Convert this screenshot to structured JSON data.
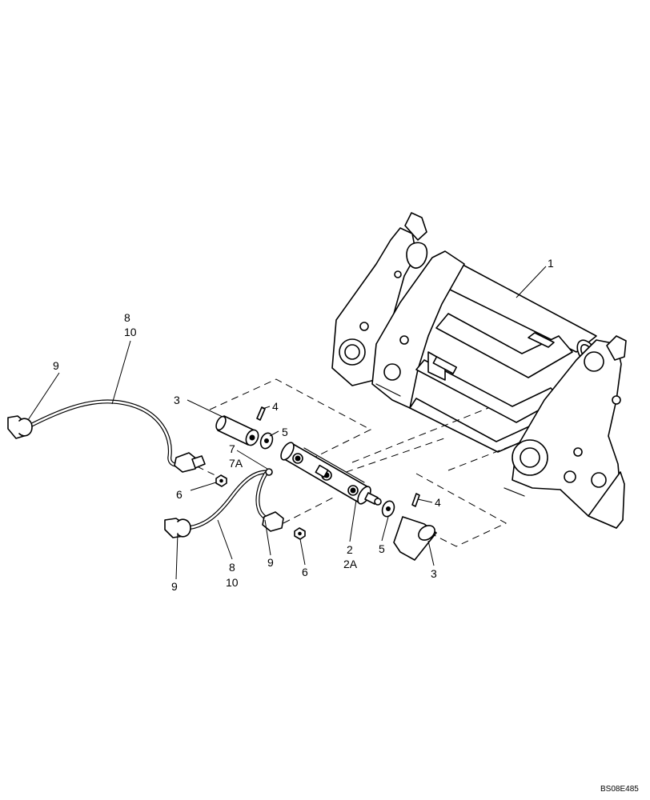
{
  "diagram": {
    "callouts": {
      "c1": "1",
      "c2": "2",
      "c2a": "2A",
      "c3a": "3",
      "c3b": "3",
      "c4a": "4",
      "c4b": "4",
      "c5a": "5",
      "c5b": "5",
      "c6a": "6",
      "c6b": "6",
      "c7": "7",
      "c7a": "7A",
      "c8a": "8",
      "c10a": "10",
      "c8b": "8",
      "c10b": "10",
      "c9a": "9",
      "c9b": "9",
      "c9c": "9"
    },
    "document_id": "BS08E485"
  }
}
